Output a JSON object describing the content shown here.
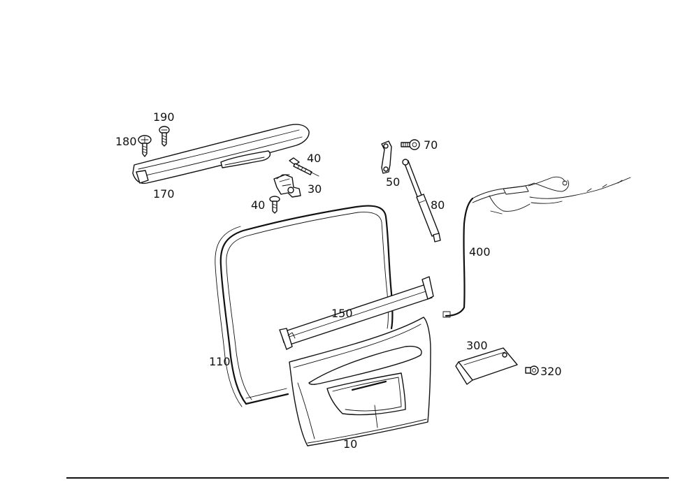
{
  "callouts": {
    "p10": "10",
    "p30": "30",
    "p40a": "40",
    "p40b": "40",
    "p50": "50",
    "p70": "70",
    "p80": "80",
    "p110": "110",
    "p150": "150",
    "p170": "170",
    "p180": "180",
    "p190": "190",
    "p300": "300",
    "p320": "320",
    "p400": "400"
  },
  "colors": {
    "line": "#111111",
    "background": "#ffffff"
  }
}
